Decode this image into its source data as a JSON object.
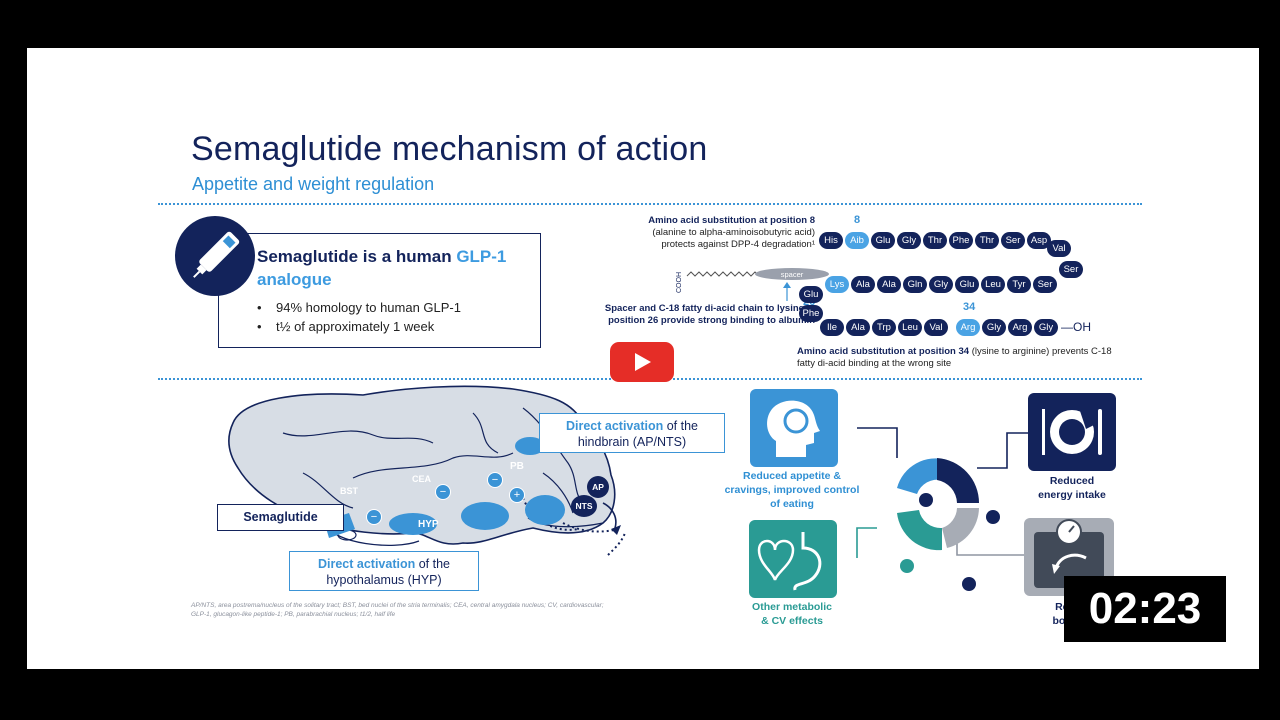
{
  "slide": {
    "title": "Semaglutide mechanism of action",
    "subtitle": "Appetite and weight regulation"
  },
  "analogue_box": {
    "title_prefix": "Semaglutide is a human ",
    "title_highlight": "GLP-1",
    "title_suffix": "analogue",
    "bullets": [
      "94% homology to human GLP-1",
      "t½ of approximately 1 week"
    ]
  },
  "peptide": {
    "sub8_bold": "Amino acid substitution at position 8",
    "sub8_rest": [
      "(alanine to alpha-aminoisobutyric acid)",
      "protects against DPP-4 degradation¹"
    ],
    "spacer_bold": "Spacer and C-18 fatty di-acid chain to lysine in",
    "spacer_rest": "position 26 provide strong binding to albumin",
    "sub34_bold": "Amino acid substitution at position 34",
    "sub34_rest": " (lysine to arginine) prevents C-18",
    "sub34_rest2": "fatty di-acid binding at the wrong site",
    "cooh": "COOH",
    "spacer_label": "spacer",
    "oh": "—OH",
    "pos8": "8",
    "pos26": "26",
    "pos34": "34",
    "row1": [
      "His",
      "Aib",
      "Glu",
      "Gly",
      "Thr",
      "Phe",
      "Thr",
      "Ser",
      "Asp"
    ],
    "val": "Val",
    "ser1": "Ser",
    "row2": [
      "Glu",
      "Lys",
      "Ala",
      "Ala",
      "Gln",
      "Gly",
      "Glu",
      "Leu",
      "Tyr",
      "Ser"
    ],
    "phe": "Phe",
    "row3": [
      "Ile",
      "Ala",
      "Trp",
      "Leu",
      "Val",
      "Arg",
      "Gly",
      "Arg",
      "Gly"
    ]
  },
  "brain": {
    "labels": {
      "bst": "BST",
      "cea": "CEA",
      "hyp": "HYP",
      "pb": "PB",
      "ap": "AP",
      "nts": "NTS",
      "minus": "−",
      "plus": "+"
    },
    "semaglutide_label": "Semaglutide",
    "hind_bold": "Direct activation",
    "hind_rest": " of the",
    "hind_line2": "hindbrain (AP/NTS)",
    "hyp_bold": "Direct activation",
    "hyp_rest": " of the",
    "hyp_line2": "hypothalamus (HYP)"
  },
  "effects": {
    "appetite": [
      "Reduced appetite &",
      "cravings, improved control",
      "of eating"
    ],
    "energy": [
      "Reduced",
      "energy intake"
    ],
    "metabolic": [
      "Other metabolic",
      "& CV effects"
    ],
    "body": [
      "Red",
      "body"
    ]
  },
  "footnote": [
    "AP/NTS, area postrema/nucleus of the solitary tract; BST, bed nuclei of the stria terminalis; CEA, central amygdala nucleus; CV, cardiovascular;",
    "GLP-1, glucagon-like peptide-1; PB, parabrachial nucleus; t1/2, half life"
  ],
  "timer": "02:23",
  "colors": {
    "navy": "#13235b",
    "blue": "#3b94d6",
    "teal": "#2a9b94",
    "red": "#e52d27"
  }
}
